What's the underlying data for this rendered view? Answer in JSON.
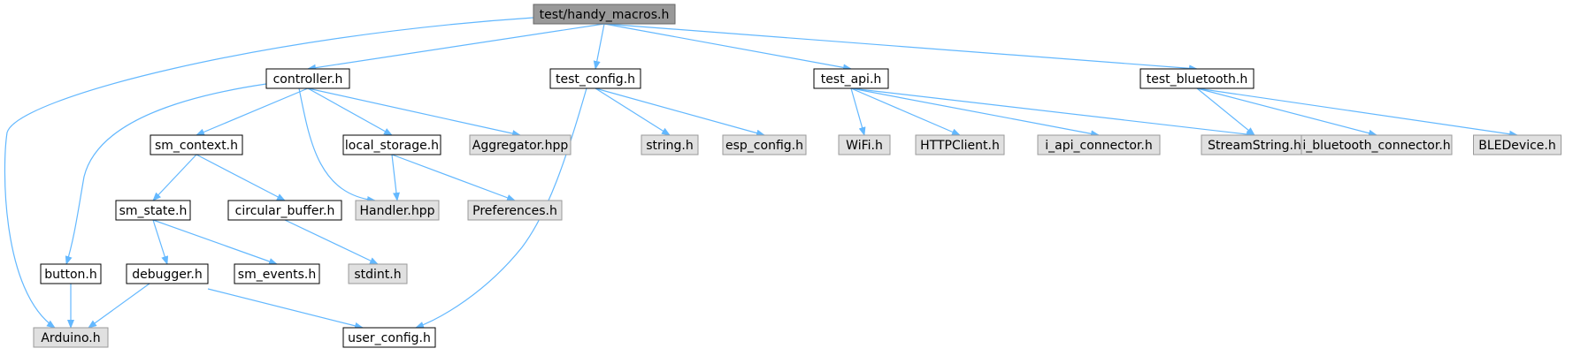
{
  "graph": {
    "colors": {
      "root_fill": "#999999",
      "internal_fill": "#ffffff",
      "external_fill": "#e0e0e0",
      "internal_stroke": "#000000",
      "external_stroke": "#999999",
      "edge": "#63b8ff"
    },
    "nodes": [
      {
        "id": "handy_macros",
        "label": "test/handy_macros.h",
        "kind": "root"
      },
      {
        "id": "controller",
        "label": "controller.h",
        "kind": "internal"
      },
      {
        "id": "test_config",
        "label": "test_config.h",
        "kind": "internal"
      },
      {
        "id": "test_api",
        "label": "test_api.h",
        "kind": "internal"
      },
      {
        "id": "test_bluetooth",
        "label": "test_bluetooth.h",
        "kind": "internal"
      },
      {
        "id": "sm_context",
        "label": "sm_context.h",
        "kind": "internal"
      },
      {
        "id": "local_storage",
        "label": "local_storage.h",
        "kind": "internal"
      },
      {
        "id": "aggregator",
        "label": "Aggregator.hpp",
        "kind": "external"
      },
      {
        "id": "string_h",
        "label": "string.h",
        "kind": "external"
      },
      {
        "id": "esp_config",
        "label": "esp_config.h",
        "kind": "external"
      },
      {
        "id": "wifi",
        "label": "WiFi.h",
        "kind": "external"
      },
      {
        "id": "httpclient",
        "label": "HTTPClient.h",
        "kind": "external"
      },
      {
        "id": "i_api_connector",
        "label": "i_api_connector.h",
        "kind": "external"
      },
      {
        "id": "streamstring",
        "label": "StreamString.h",
        "kind": "external"
      },
      {
        "id": "i_bluetooth_connector",
        "label": "i_bluetooth_connector.h",
        "kind": "external"
      },
      {
        "id": "bledevice",
        "label": "BLEDevice.h",
        "kind": "external"
      },
      {
        "id": "sm_state",
        "label": "sm_state.h",
        "kind": "internal"
      },
      {
        "id": "circular_buffer",
        "label": "circular_buffer.h",
        "kind": "internal"
      },
      {
        "id": "handler",
        "label": "Handler.hpp",
        "kind": "external"
      },
      {
        "id": "preferences",
        "label": "Preferences.h",
        "kind": "external"
      },
      {
        "id": "button",
        "label": "button.h",
        "kind": "internal"
      },
      {
        "id": "debugger",
        "label": "debugger.h",
        "kind": "internal"
      },
      {
        "id": "sm_events",
        "label": "sm_events.h",
        "kind": "internal"
      },
      {
        "id": "stdint",
        "label": "stdint.h",
        "kind": "external"
      },
      {
        "id": "arduino",
        "label": "Arduino.h",
        "kind": "external"
      },
      {
        "id": "user_config",
        "label": "user_config.h",
        "kind": "internal"
      }
    ],
    "edges": [
      [
        "handy_macros",
        "controller"
      ],
      [
        "handy_macros",
        "test_config"
      ],
      [
        "handy_macros",
        "test_api"
      ],
      [
        "handy_macros",
        "test_bluetooth"
      ],
      [
        "handy_macros",
        "arduino"
      ],
      [
        "controller",
        "sm_context"
      ],
      [
        "controller",
        "local_storage"
      ],
      [
        "controller",
        "aggregator"
      ],
      [
        "controller",
        "handler"
      ],
      [
        "controller",
        "button"
      ],
      [
        "sm_context",
        "sm_state"
      ],
      [
        "sm_context",
        "circular_buffer"
      ],
      [
        "sm_state",
        "debugger"
      ],
      [
        "sm_state",
        "sm_events"
      ],
      [
        "circular_buffer",
        "stdint"
      ],
      [
        "local_storage",
        "handler"
      ],
      [
        "local_storage",
        "preferences"
      ],
      [
        "button",
        "arduino"
      ],
      [
        "debugger",
        "arduino"
      ],
      [
        "debugger",
        "user_config"
      ],
      [
        "test_config",
        "string_h"
      ],
      [
        "test_config",
        "esp_config"
      ],
      [
        "test_config",
        "user_config"
      ],
      [
        "test_api",
        "wifi"
      ],
      [
        "test_api",
        "httpclient"
      ],
      [
        "test_api",
        "i_api_connector"
      ],
      [
        "test_api",
        "streamstring"
      ],
      [
        "test_bluetooth",
        "streamstring"
      ],
      [
        "test_bluetooth",
        "i_bluetooth_connector"
      ],
      [
        "test_bluetooth",
        "bledevice"
      ]
    ]
  }
}
